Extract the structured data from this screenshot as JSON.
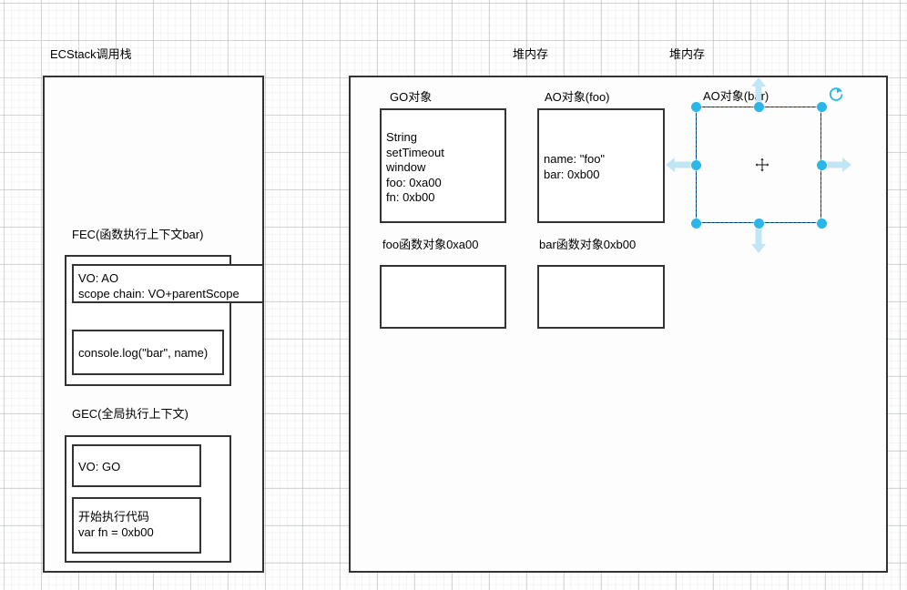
{
  "diagram": {
    "title_hidden": "",
    "section_labels": {
      "call_stack": "ECStack调用栈",
      "heap_left": "堆内存",
      "heap_right": "堆内存"
    },
    "call_stack": {
      "fec_label": "FEC(函数执行上下文bar)",
      "fec_vo_text": "VO: AO\nscope chain: VO+parentScope",
      "fec_code_text": "console.log(\"bar\", name)",
      "gec_label": "GEC(全局执行上下文)",
      "gec_vo_text": "VO: GO",
      "gec_code_text": "开始执行代码\nvar fn = 0xb00"
    },
    "heap": {
      "go_label": "GO对象",
      "go_text": "String\nsetTimeout\nwindow\nfoo: 0xa00\nfn: 0xb00",
      "ao_foo_label": "AO对象(foo)",
      "ao_foo_text": "name: \"foo\"\nbar: 0xb00",
      "ao_bar_label": "AO对象(bar)",
      "ao_bar_text": "",
      "foo_fn_label": "foo函数对象0xa00",
      "foo_fn_text": "",
      "bar_fn_label": "bar函数对象0xb00",
      "bar_fn_text": ""
    }
  },
  "selection": {
    "target": "AO对象(bar)",
    "handle_color": "#29b6e8",
    "arrow_color": "#bfe6f2",
    "outline_color": "#0b6aa2",
    "icons": {
      "rotate": "rotate-icon",
      "move": "move-icon",
      "arrow_up": "arrow-up-icon",
      "arrow_down": "arrow-down-icon",
      "arrow_left": "arrow-left-icon",
      "arrow_right": "arrow-right-icon"
    }
  }
}
